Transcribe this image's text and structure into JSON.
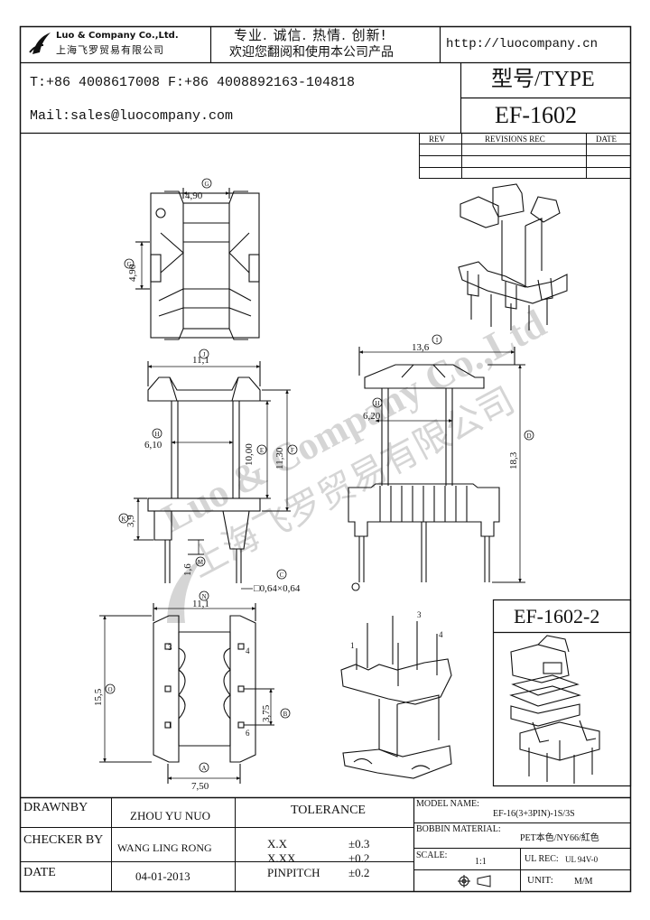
{
  "header": {
    "company_en": "Luo & Company Co.,Ltd.",
    "company_cn": "上海飞罗贸易有限公司",
    "slogan_line1": "专业. 诚信. 热情. 创新!",
    "slogan_line2": "欢迎您翻阅和使用本公司产品",
    "website": "http://luocompany.cn",
    "phone_fax": "T:+86 4008617008 F:+86 4008892163-104818",
    "mail": "Mail:sales@luocompany.com",
    "type_label": "型号/TYPE",
    "model": "EF-1602"
  },
  "revisions": {
    "col_rev": "REV",
    "col_rec": "REVISIONS REC",
    "col_date": "DATE"
  },
  "drawing": {
    "dims": {
      "g_top": "4,90",
      "g_side": "4,90",
      "j_width": "11,1",
      "h_left": "6,10",
      "e_height": "10,00",
      "f_height": "11,30",
      "k_base": "3,9",
      "m_pin": "1,6",
      "c_pin": "□0,64×0,64",
      "i_width": "13,6",
      "h_right": "6,20",
      "d_height": "18,3",
      "n_width": "11,1",
      "o_height": "15,5",
      "b_pitch": "3,75",
      "a_width": "7,50"
    },
    "markers": {
      "g": "G",
      "j": "J",
      "h": "H",
      "e": "E",
      "f": "F",
      "k": "K",
      "m": "M",
      "c": "C",
      "i": "I",
      "d": "D",
      "n": "N",
      "o": "O",
      "b": "B",
      "a": "A"
    },
    "pins": {
      "p1": "1",
      "p3": "3",
      "p4": "4",
      "p6": "6",
      "iso1": "1",
      "iso3": "3",
      "iso4": "4"
    },
    "variant_title": "EF-1602-2",
    "watermark_en": "Luo & Company Co.,Ltd",
    "watermark_cn": "上海飞罗贸易有限公司"
  },
  "title_block": {
    "drawn_by_label": "DRAWNBY",
    "drawn_by": "ZHOU YU NUO",
    "checker_label": "CHECKER BY",
    "checker": "WANG LING RONG",
    "date_label": "DATE",
    "date": "04-01-2013",
    "tolerance_label": "TOLERANCE",
    "tol_rows": [
      {
        "k": "X.X",
        "v": "±0.3"
      },
      {
        "k": "X.XX",
        "v": "±0.2"
      },
      {
        "k": "PINPITCH",
        "v": "±0.2"
      }
    ],
    "model_name_label": "MODEL NAME:",
    "model_name": "EF-16(3+3PIN)-1S/3S",
    "bobbin_label": "BOBBIN MATERIAL:",
    "bobbin": "PET本色/NY66/紅色",
    "scale_label": "SCALE:",
    "scale": "1:1",
    "ul_label": "UL REC:",
    "ul": "UL 94V-0",
    "unit_label": "UNIT:",
    "unit": "M/M"
  }
}
